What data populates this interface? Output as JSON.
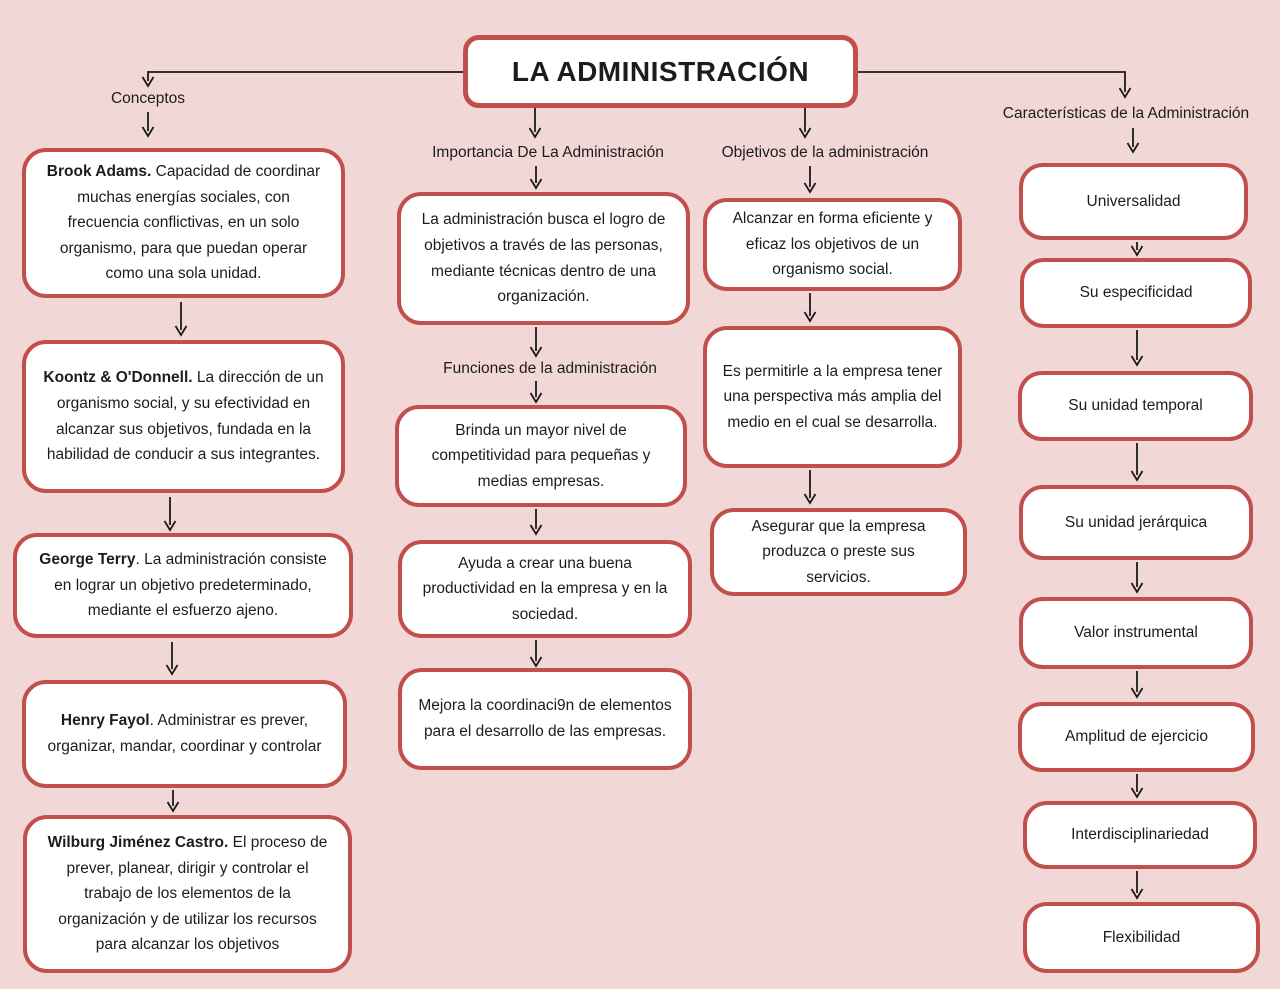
{
  "title": "LA ADMINISTRACIÓN",
  "colors": {
    "background": "#f2d7d7",
    "box_border": "#c1504c",
    "box_fill": "#ffffff",
    "text": "#1c1c1c",
    "connector": "#1b1b1b"
  },
  "branches": {
    "conceptos": {
      "label": "Conceptos",
      "nodes": [
        {
          "name": "Brook Adams.",
          "text": " Capacidad de coordinar muchas energías sociales, con frecuencia conflictivas, en un solo organismo, para que puedan operar como una sola unidad."
        },
        {
          "name": "Koontz & O'Donnell.",
          "text": " La dirección de un organismo social, y su efectividad en alcanzar sus objetivos, fundada en la habilidad de conducir a sus integrantes."
        },
        {
          "name": "George Terry",
          "text": ". La administración consiste en lograr un objetivo predeterminado, mediante el esfuerzo ajeno."
        },
        {
          "name": "Henry Fayol",
          "text": ". Administrar es prever, organizar, mandar, coordinar y controlar"
        },
        {
          "name": "Wilburg Jiménez Castro.",
          "text": " El proceso de prever, planear, dirigir y controlar el trabajo de los elementos de la organización y de utilizar los recursos para alcanzar los objetivos"
        }
      ]
    },
    "importancia": {
      "label": "Importancia De La Administración",
      "sub_label": "Funciones de la administración",
      "nodes": [
        {
          "text": "La administración busca el logro de objetivos a través de las personas, mediante técnicas dentro de una organización."
        },
        {
          "text": "Brinda un mayor nivel de competitividad para pequeñas y medias empresas."
        },
        {
          "text": "Ayuda a crear una buena productividad en la empresa y en la sociedad."
        },
        {
          "text": "Mejora la coordinaci9n de elementos para el desarrollo de las empresas."
        }
      ]
    },
    "objetivos": {
      "label": "Objetivos de la administración",
      "nodes": [
        {
          "text": "Alcanzar en forma eficiente y eficaz los objetivos de un organismo social."
        },
        {
          "text": "Es permitirle a la empresa tener una perspectiva más amplia del medio en el cual se desarrolla."
        },
        {
          "text": "Asegurar que la empresa produzca o preste sus servicios."
        }
      ]
    },
    "caracteristicas": {
      "label": "Características de la Administración",
      "nodes": [
        {
          "text": "Universalidad"
        },
        {
          "text": "Su especificidad"
        },
        {
          "text": "Su unidad temporal"
        },
        {
          "text": "Su unidad jerárquica"
        },
        {
          "text": "Valor instrumental"
        },
        {
          "text": "Amplitud de ejercicio"
        },
        {
          "text": "Interdisciplinariedad"
        },
        {
          "text": "Flexibilidad"
        }
      ]
    }
  }
}
